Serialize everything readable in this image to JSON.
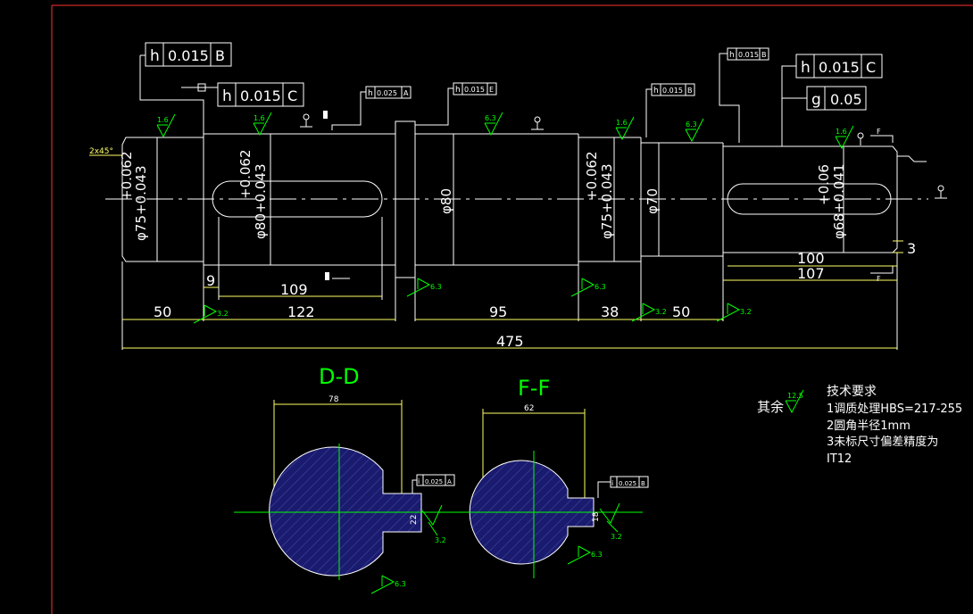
{
  "shaft": {
    "diameters": {
      "d1": "φ75+0.043",
      "d1_tol": "+0.062",
      "d2": "φ80+0.043",
      "d2_tol": "+0.062",
      "d3": "φ80",
      "d4": "φ75+0.043",
      "d4_tol": "+0.062",
      "d5": "φ70",
      "d6": "φ68+0.041",
      "d6_tol": "+0.06"
    },
    "dimensions": {
      "d50a": "50",
      "d122": "122",
      "d109": "109",
      "d9": "9",
      "d95": "95",
      "d38": "38",
      "d50b": "50",
      "d475": "475",
      "d100": "100",
      "d107": "107",
      "d3": "3"
    },
    "chamfer": "2x45°"
  },
  "tolerance_frames": {
    "f1": {
      "sym": "h",
      "val": "0.015",
      "ref": "B"
    },
    "f2": {
      "sym": "h",
      "val": "0.015",
      "ref": "C"
    },
    "f3": {
      "sym": "h",
      "val": "0.025",
      "ref": "A"
    },
    "f4": {
      "sym": "h",
      "val": "0.015",
      "ref": "E"
    },
    "f5": {
      "sym": "h",
      "val": "0.015",
      "ref": "B"
    },
    "f6": {
      "sym": "h",
      "val": "0.015",
      "ref": "B"
    },
    "f7": {
      "sym": "h",
      "val": "0.015",
      "ref": "C"
    },
    "f8": {
      "sym": "g",
      "val": "0.05",
      "ref": ""
    }
  },
  "roughness": {
    "r16": "1.6",
    "r63": "6.3",
    "r32": "3.2",
    "r125": "12.5"
  },
  "sections": {
    "dd": {
      "title": "D-D",
      "width": "78",
      "key": "22",
      "frame": {
        "sym": "i",
        "val": "0.025",
        "ref": "A"
      }
    },
    "ff": {
      "title": "F-F",
      "width": "62",
      "key": "18",
      "frame": {
        "sym": "i",
        "val": "0.025",
        "ref": "B"
      }
    }
  },
  "notes": {
    "rest": "其余",
    "heading": "技术要求",
    "line1": "1调质处理HBS=217-255",
    "line2": "2圆角半径1mm",
    "line3": "3未标尺寸偏差精度为",
    "line4": "IT12"
  },
  "section_labels": {
    "f": "F"
  },
  "colors": {
    "background": "#000000",
    "border": "#ff3030",
    "outline": "#ffffff",
    "dims": "#ffff66",
    "leaders": "#00ff00",
    "title": "#00ff00",
    "section_fill": "#1a1a6e"
  }
}
